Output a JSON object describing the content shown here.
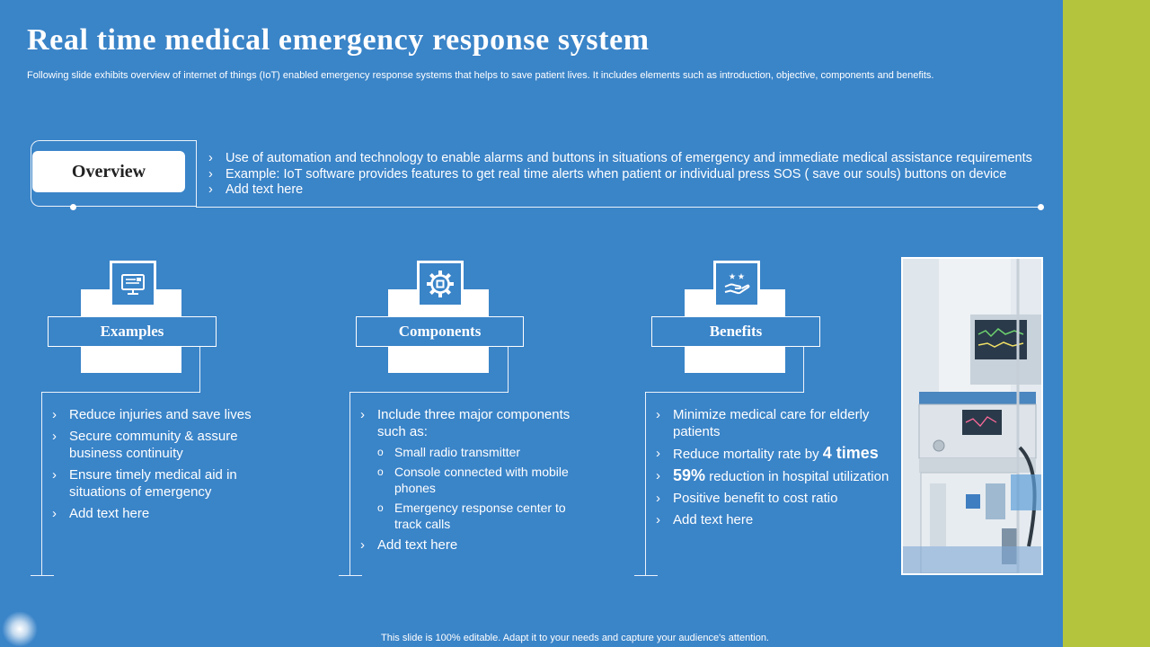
{
  "title": "Real time medical emergency response system",
  "subtitle": "Following slide exhibits overview of internet of things (IoT) enabled emergency response systems that helps to save patient lives. It includes elements such as introduction, objective, components and benefits.",
  "overview": {
    "label": "Overview",
    "items": [
      "Use of automation and technology to enable alarms and buttons in situations of emergency and immediate medical assistance requirements",
      "Example: IoT software provides features to get real time alerts when patient or individual press SOS ( save our souls) buttons on device",
      "Add text here"
    ]
  },
  "examples": {
    "label": "Examples",
    "icon": "computer-monitor-icon",
    "items": [
      "Reduce injuries and save lives",
      "Secure community  & assure business continuity",
      "Ensure timely medical aid in situations of emergency",
      "Add text here"
    ]
  },
  "components": {
    "label": "Components",
    "icon": "gear-icon",
    "intro": "Include three major components such as:",
    "subitems": [
      "Small radio transmitter",
      "Console connected with mobile phones",
      "Emergency response center to track calls"
    ],
    "add_text": "Add text here"
  },
  "benefits": {
    "label": "Benefits",
    "icon": "hand-stars-icon",
    "item1": "Minimize medical care for elderly patients",
    "item2_pre": "Reduce mortality rate by ",
    "item2_big": "4 times",
    "item3_big": "59%",
    "item3_post": " reduction in hospital utilization",
    "item4": "Positive benefit to cost ratio",
    "item5": "Add text here"
  },
  "footer": "This slide is 100% editable. Adapt it to your needs and capture your audience's attention.",
  "colors": {
    "background": "#3a84c8",
    "accent_strip": "#b4c43c",
    "text": "#ffffff"
  }
}
